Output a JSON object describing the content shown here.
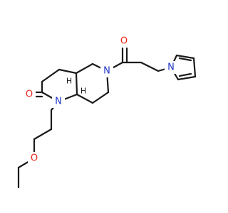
{
  "molecule": {
    "atoms": [
      {
        "id": "O_ketone",
        "symbol": "O",
        "color": "#e8281e"
      },
      {
        "id": "N_piperidine",
        "symbol": "N",
        "color": "#2035c8"
      },
      {
        "id": "N_pyrrole",
        "symbol": "N",
        "color": "#2035c8"
      },
      {
        "id": "O_lactam",
        "symbol": "O",
        "color": "#e8281e"
      },
      {
        "id": "N_lactam",
        "symbol": "N",
        "color": "#2035c8"
      },
      {
        "id": "O_ether",
        "symbol": "O",
        "color": "#e8281e"
      }
    ],
    "stereo_labels": [
      {
        "id": "H_top",
        "text": "H"
      },
      {
        "id": "H_bottom",
        "text": "H"
      }
    ],
    "bond_color": "#1a1a1a"
  }
}
